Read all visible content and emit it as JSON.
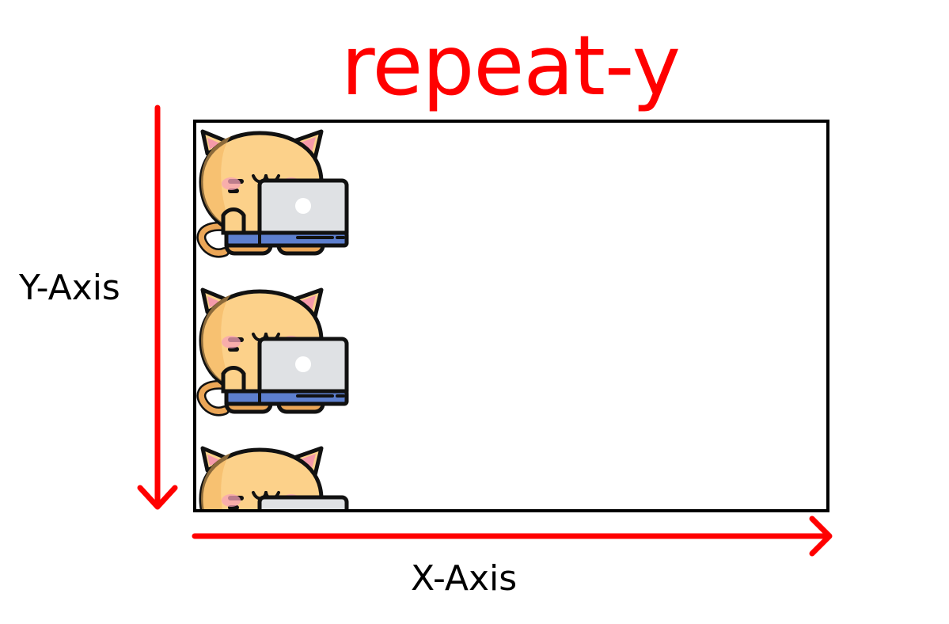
{
  "title": "repeat-y",
  "x_axis_label": "X-Axis",
  "y_axis_label": "Y-Axis",
  "colors": {
    "title": "#ff0000",
    "arrow": "#ff0000",
    "box_border": "#000000",
    "cat_fur": "#fcd18a",
    "cat_fur_shade": "#f3b45c",
    "cat_outline": "#111111",
    "cat_ear_inner": "#f59aaa",
    "cat_blush": "#f7a2b6",
    "laptop_screen": "#dfe1e4",
    "laptop_base": "#5d7fce",
    "cat_tail": "#eba657"
  },
  "background_tile": {
    "icon": "cat-with-laptop-icon",
    "repeat": "repeat-y",
    "visible_count": 3
  }
}
